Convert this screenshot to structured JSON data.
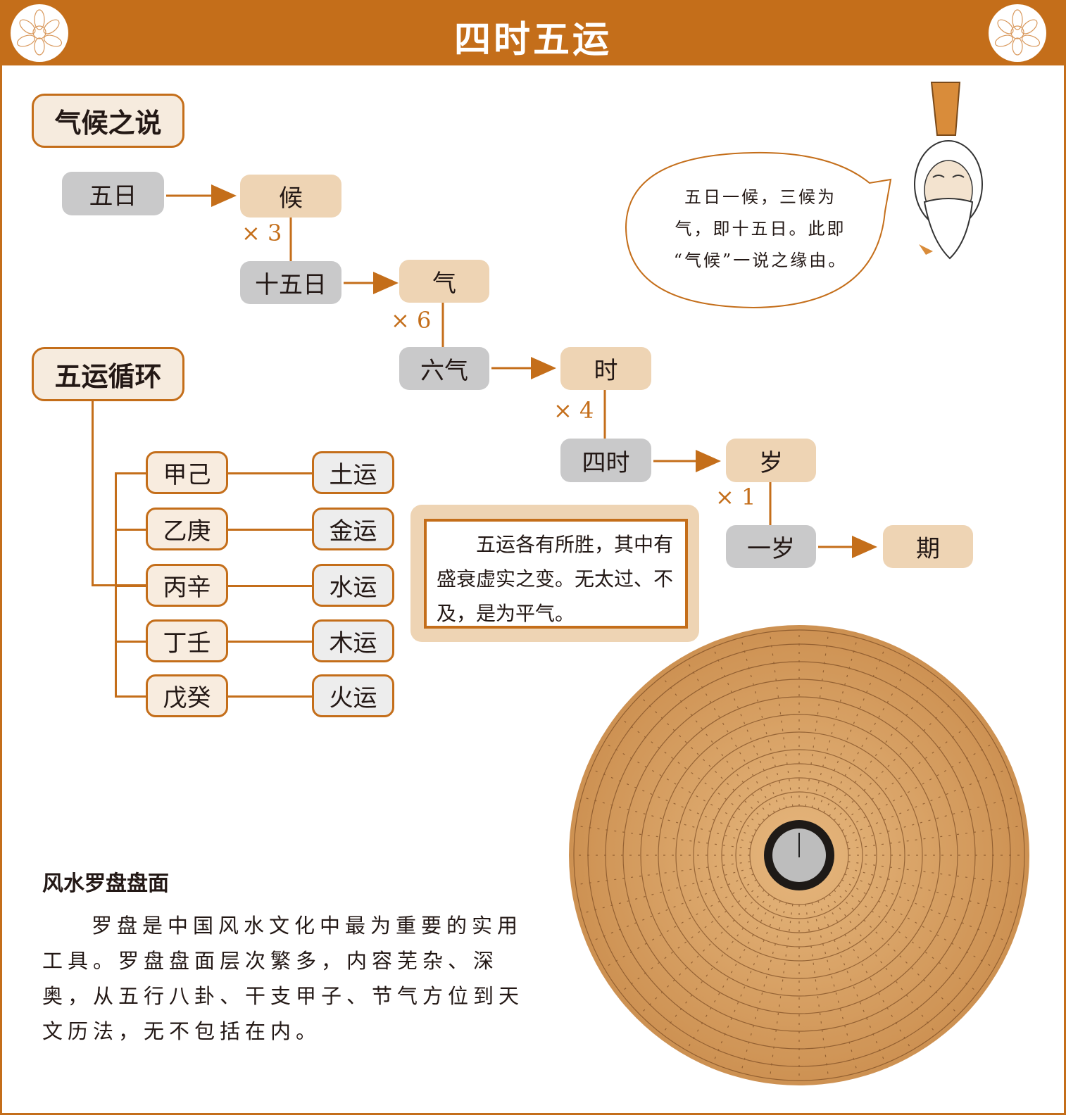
{
  "header": {
    "title": "四时五运"
  },
  "climate": {
    "heading": "气候之说",
    "chain": [
      {
        "from": "五日",
        "to": "候",
        "mult": "× 3"
      },
      {
        "from": "十五日",
        "to": "气",
        "mult": "× 6"
      },
      {
        "from": "六气",
        "to": "时",
        "mult": "× 4"
      },
      {
        "from": "四时",
        "to": "岁",
        "mult": "× 1"
      },
      {
        "from": "一岁",
        "to": "期"
      }
    ]
  },
  "speech": {
    "lines": [
      "五日一候，三候为",
      "气，即十五日。此即",
      "“气候”一说之缘由。"
    ]
  },
  "cycle": {
    "heading": "五运循环",
    "rows": [
      {
        "stems": "甲己",
        "yun": "土运"
      },
      {
        "stems": "乙庚",
        "yun": "金运"
      },
      {
        "stems": "丙辛",
        "yun": "水运"
      },
      {
        "stems": "丁壬",
        "yun": "木运"
      },
      {
        "stems": "戊癸",
        "yun": "火运"
      }
    ]
  },
  "quote": {
    "text": "　　五运各有所胜，其中有盛衰虚实之变。无太过、不及，是为平气。"
  },
  "compass": {
    "caption": "风水罗盘盘面",
    "text": "罗盘是中国风水文化中最为重要的实用工具。罗盘盘面层次繁多，内容芜杂、深奥，从五行八卦、干支甲子、节气方位到天文历法，无不包括在内。"
  },
  "colors": {
    "accent": "#C46E1A",
    "tan": "#EED4B4",
    "grey": "#C9C9CA"
  }
}
